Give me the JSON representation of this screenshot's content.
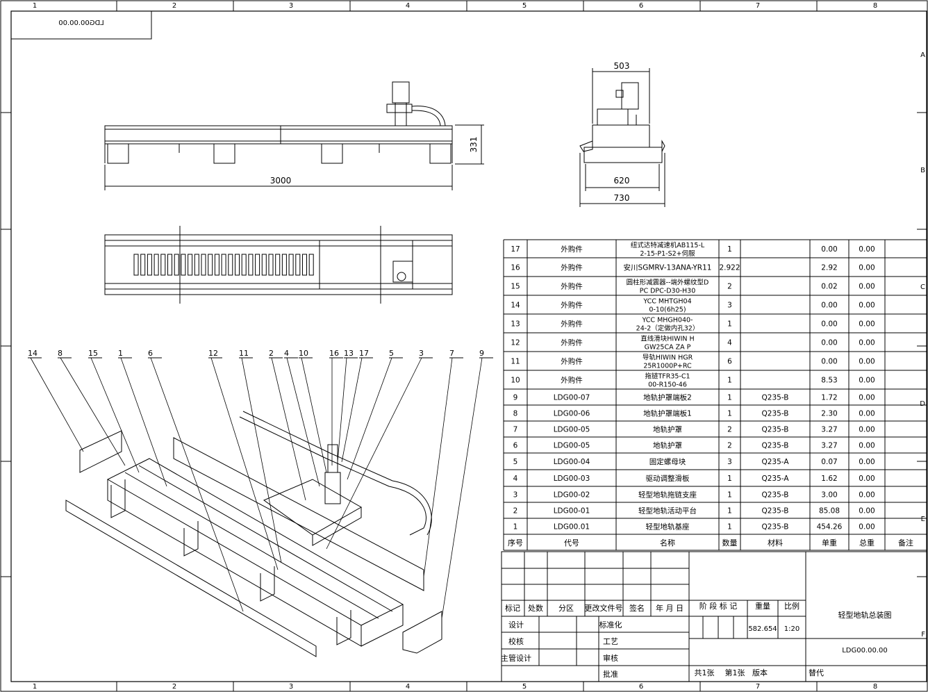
{
  "frame": {
    "columns": [
      "1",
      "2",
      "3",
      "4",
      "5",
      "6",
      "7",
      "8"
    ],
    "rows_right": [
      "A",
      "B",
      "C",
      "D",
      "E",
      "F"
    ]
  },
  "drawing_code_mirrored": "LDG00.00.00",
  "dimensions": {
    "length": "3000",
    "height": "331",
    "top_width": "503",
    "width_620": "620",
    "width_730": "730"
  },
  "balloons": [
    "14",
    "8",
    "15",
    "1",
    "6",
    "12",
    "11",
    "2",
    "4",
    "10",
    "16",
    "13",
    "17",
    "5",
    "3",
    "7",
    "9"
  ],
  "bom": {
    "header": [
      "序号",
      "代号",
      "名称",
      "数量",
      "材料",
      "单重",
      "总重",
      "备注"
    ],
    "rows": [
      {
        "no": "17",
        "code": "外购件",
        "name": "纽式达特减速机AB115-L2-15-P1-S2+伺服",
        "qty": "1",
        "mat": "",
        "unit": "0.00",
        "total": "0.00",
        "note": ""
      },
      {
        "no": "16",
        "code": "外购件",
        "name": "安川SGMRV-13ANA-YR11",
        "qty": "2.922",
        "mat": "",
        "unit": "2.92",
        "total": "0.00",
        "note": ""
      },
      {
        "no": "15",
        "code": "外购件",
        "name": "圆柱形减震器--端外螺纹型DPC DPC-D30-H30",
        "qty": "2",
        "mat": "",
        "unit": "0.02",
        "total": "0.00",
        "note": ""
      },
      {
        "no": "14",
        "code": "外购件",
        "name": "YCC MHTGH040-10(6h25)",
        "qty": "3",
        "mat": "",
        "unit": "0.00",
        "total": "0.00",
        "note": ""
      },
      {
        "no": "13",
        "code": "外购件",
        "name": "YCC MHGH040-24-2（定做内孔32）",
        "qty": "1",
        "mat": "",
        "unit": "0.00",
        "total": "0.00",
        "note": ""
      },
      {
        "no": "12",
        "code": "外购件",
        "name": "直线滑块HIWIN HGW25CA ZA P",
        "qty": "4",
        "mat": "",
        "unit": "0.00",
        "total": "0.00",
        "note": ""
      },
      {
        "no": "11",
        "code": "外购件",
        "name": "导轨HIWIN HGR25R1000P+RC",
        "qty": "6",
        "mat": "",
        "unit": "0.00",
        "total": "0.00",
        "note": ""
      },
      {
        "no": "10",
        "code": "外购件",
        "name": "拖链TFR35-C100-R150-46",
        "qty": "1",
        "mat": "",
        "unit": "8.53",
        "total": "0.00",
        "note": ""
      },
      {
        "no": "9",
        "code": "LDG00-07",
        "name": "地轨护罩端板2",
        "qty": "1",
        "mat": "Q235-B",
        "unit": "1.72",
        "total": "0.00",
        "note": ""
      },
      {
        "no": "8",
        "code": "LDG00-06",
        "name": "地轨护罩端板1",
        "qty": "1",
        "mat": "Q235-B",
        "unit": "2.30",
        "total": "0.00",
        "note": ""
      },
      {
        "no": "7",
        "code": "LDG00-05",
        "name": "地轨护罩",
        "qty": "2",
        "mat": "Q235-B",
        "unit": "3.27",
        "total": "0.00",
        "note": ""
      },
      {
        "no": "6",
        "code": "LDG00-05",
        "name": "地轨护罩",
        "qty": "2",
        "mat": "Q235-B",
        "unit": "3.27",
        "total": "0.00",
        "note": ""
      },
      {
        "no": "5",
        "code": "LDG00-04",
        "name": "固定螺母块",
        "qty": "3",
        "mat": "Q235-A",
        "unit": "0.07",
        "total": "0.00",
        "note": ""
      },
      {
        "no": "4",
        "code": "LDG00-03",
        "name": "驱动调整滑板",
        "qty": "1",
        "mat": "Q235-A",
        "unit": "1.62",
        "total": "0.00",
        "note": ""
      },
      {
        "no": "3",
        "code": "LDG00-02",
        "name": "轻型地轨拖链支座",
        "qty": "1",
        "mat": "Q235-B",
        "unit": "3.00",
        "total": "0.00",
        "note": ""
      },
      {
        "no": "2",
        "code": "LDG00-01",
        "name": "轻型地轨活动平台",
        "qty": "1",
        "mat": "Q235-B",
        "unit": "85.08",
        "total": "0.00",
        "note": ""
      },
      {
        "no": "1",
        "code": "LDG00.01",
        "name": "轻型地轨基座",
        "qty": "1",
        "mat": "Q235-B",
        "unit": "454.26",
        "total": "0.00",
        "note": ""
      }
    ]
  },
  "title_block": {
    "mark": "标记",
    "count": "处数",
    "zone": "分区",
    "change_doc": "更改文件号",
    "sign": "签名",
    "date": "年 月 日",
    "design": "设计",
    "check": "校核",
    "chief": "主管设计",
    "standard": "标准化",
    "process": "工艺",
    "review": "审核",
    "approve": "批准",
    "stage": "阶 段 标 记",
    "weight_label": "重量",
    "scale_label": "比例",
    "weight": "582.654",
    "scale": "1:20",
    "title": "轻型地轨总装图",
    "code": "LDG00.00.00",
    "sheets_total": "共1张",
    "sheet_no": "第1张",
    "version": "版本",
    "replace": "替代"
  }
}
